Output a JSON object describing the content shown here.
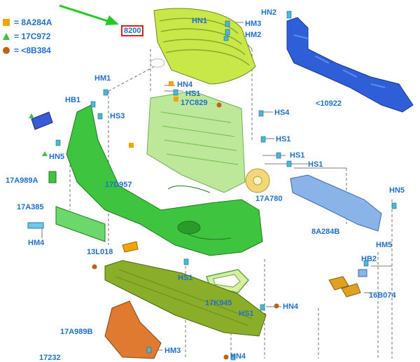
{
  "legend": {
    "items": [
      {
        "symbol": "square",
        "color": "#f5a300",
        "text": "= 8A284A"
      },
      {
        "symbol": "triangle",
        "color": "#3cc23c",
        "text": "= 17C972"
      },
      {
        "symbol": "circle",
        "color": "#c0631a",
        "text": "= <8B384"
      }
    ]
  },
  "highlight": {
    "label": "8200",
    "border_color": "#e02020"
  },
  "labels": {
    "hn1": "HN1",
    "hm3_top": "HM3",
    "hm2": "HM2",
    "hn2": "HN2",
    "hm1": "HM1",
    "hn4_top": "HN4",
    "hs1_a": "HS1",
    "c17c829": "17C829",
    "hb1": "HB1",
    "hs3": "HS3",
    "hs4": "HS4",
    "hs1_b": "HS1",
    "p10922": "<10922",
    "hn5_left": "HN5",
    "hs1_c": "HS1",
    "hs1_d": "HS1",
    "p17a989a": "17A989A",
    "p17d957": "17D957",
    "p17a780": "17A780",
    "hn5_right": "HN5",
    "p17a385": "17A385",
    "p8a284b": "8A284B",
    "hm4": "HM4",
    "p13l018": "13L018",
    "hm5": "HM5",
    "hb2": "HB2",
    "hs1_e": "HS1",
    "p16b074": "16B074",
    "p17k945": "17K945",
    "hn4_mid": "HN4",
    "hs1_f": "HS1",
    "p17a989b": "17A989B",
    "hm3_bot": "HM3",
    "p17232": "17232",
    "hn4_bot": "HN4"
  },
  "colors": {
    "label_blue": "#1f6fd0",
    "grille_green": "#c8e84a",
    "bumper_green": "#3fc43f",
    "reinforcement_blue": "#2f5fd8",
    "absorber_blue": "#8ab4e8",
    "lower_olive": "#8aae2a",
    "splash_orange": "#e07a30",
    "bracket_yellow": "#f2d77a",
    "arrow_green": "#22cc22"
  }
}
